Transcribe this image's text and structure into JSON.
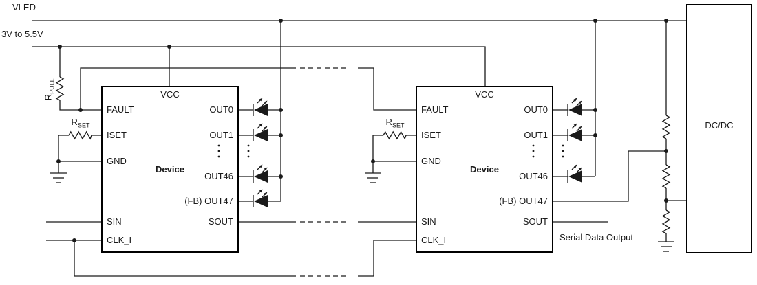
{
  "labels": {
    "vled": "VLED",
    "supply_range": "3V to 5.5V",
    "serial_data_output": "Serial Data Output",
    "dcdc": "DC/DC"
  },
  "resistors": {
    "rpull": {
      "base": "R",
      "sub": "PULL"
    },
    "rset": {
      "base": "R",
      "sub": "SET"
    }
  },
  "device": {
    "title": "Device",
    "top_pin": "VCC",
    "left_pins": [
      "FAULT",
      "ISET",
      "GND",
      "SIN",
      "CLK_I"
    ],
    "right_pins": [
      "OUT0",
      "OUT1",
      "OUT46",
      "(FB) OUT47",
      "SOUT"
    ]
  },
  "colors": {
    "wire": "#1a1a1a",
    "device_border": "#000000",
    "background": "#ffffff",
    "text": "#1a1a1a"
  }
}
